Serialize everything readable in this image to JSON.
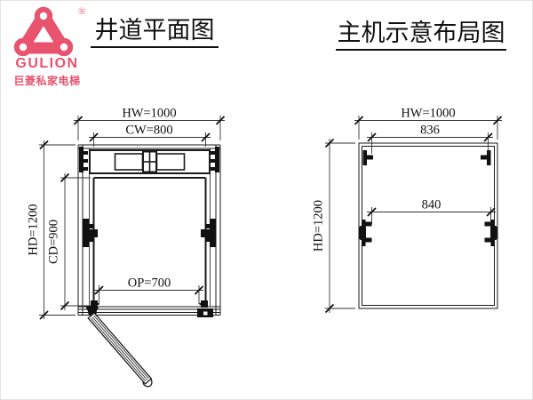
{
  "logo": {
    "brand": "GULION",
    "registered": "®",
    "tagline": "巨菱私家电梯",
    "color": "#e8536e"
  },
  "titles": {
    "left": "井道平面图",
    "right": "主机示意布局图"
  },
  "left_drawing": {
    "dims": {
      "hw": "HW=1000",
      "cw": "CW=800",
      "hd": "HD=1200",
      "cd": "CD=900",
      "op": "OP=700"
    }
  },
  "right_drawing": {
    "dims": {
      "hw": "HW=1000",
      "top_width": "836",
      "mid_width": "840",
      "hd": "HD=1200"
    }
  }
}
